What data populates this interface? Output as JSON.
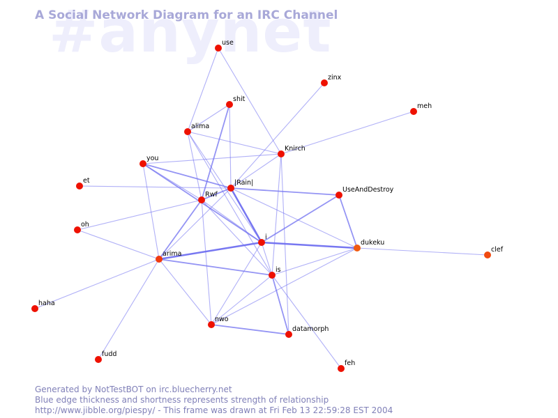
{
  "header": {
    "watermark": "#anynet",
    "title": "A Social Network Diagram for an IRC Channel"
  },
  "graph": {
    "nodes": [
      {
        "id": "use",
        "label": "use",
        "color": "#ee1100"
      },
      {
        "id": "zinx",
        "label": "zinx",
        "color": "#ee1100"
      },
      {
        "id": "shit",
        "label": "shit",
        "color": "#ee1100"
      },
      {
        "id": "meh",
        "label": "meh",
        "color": "#ee1100"
      },
      {
        "id": "alima",
        "label": "alima",
        "color": "#ee1100"
      },
      {
        "id": "Knirch",
        "label": "Knirch",
        "color": "#ee1100"
      },
      {
        "id": "you",
        "label": "you",
        "color": "#ee1100"
      },
      {
        "id": "Rain",
        "label": "|Rain|",
        "color": "#ee1100"
      },
      {
        "id": "et",
        "label": "et",
        "color": "#ee1100"
      },
      {
        "id": "UseAndDestroy",
        "label": "UseAndDestroy",
        "color": "#ee1100"
      },
      {
        "id": "Rwf",
        "label": "Rwf",
        "color": "#ee1100"
      },
      {
        "id": "oh",
        "label": "oh",
        "color": "#ee1100"
      },
      {
        "id": "i",
        "label": "i",
        "color": "#ee1100"
      },
      {
        "id": "dukeku",
        "label": "dukeku",
        "color": "#f05a10"
      },
      {
        "id": "clef",
        "label": "clef",
        "color": "#f04a10"
      },
      {
        "id": "arima",
        "label": "arima",
        "color": "#f03a10"
      },
      {
        "id": "is",
        "label": "is",
        "color": "#ee1100"
      },
      {
        "id": "haha",
        "label": "haha",
        "color": "#ee1100"
      },
      {
        "id": "nwo",
        "label": "nwo",
        "color": "#ee1100"
      },
      {
        "id": "datamorph",
        "label": "datamorph",
        "color": "#ee1100"
      },
      {
        "id": "fudd",
        "label": "fudd",
        "color": "#ee1100"
      },
      {
        "id": "feh",
        "label": "feh",
        "color": "#ee1100"
      }
    ],
    "edges": [
      {
        "source": "use",
        "target": "alima",
        "weight": 1
      },
      {
        "source": "use",
        "target": "Knirch",
        "weight": 1
      },
      {
        "source": "zinx",
        "target": "Rain",
        "weight": 1
      },
      {
        "source": "meh",
        "target": "Knirch",
        "weight": 1
      },
      {
        "source": "shit",
        "target": "Rwf",
        "weight": 2
      },
      {
        "source": "shit",
        "target": "Rain",
        "weight": 1
      },
      {
        "source": "shit",
        "target": "alima",
        "weight": 1
      },
      {
        "source": "alima",
        "target": "Knirch",
        "weight": 1
      },
      {
        "source": "alima",
        "target": "Rwf",
        "weight": 1
      },
      {
        "source": "alima",
        "target": "i",
        "weight": 1
      },
      {
        "source": "alima",
        "target": "is",
        "weight": 1
      },
      {
        "source": "Knirch",
        "target": "Rain",
        "weight": 1
      },
      {
        "source": "Knirch",
        "target": "you",
        "weight": 1
      },
      {
        "source": "Knirch",
        "target": "is",
        "weight": 1
      },
      {
        "source": "Knirch",
        "target": "datamorph",
        "weight": 1
      },
      {
        "source": "you",
        "target": "Rain",
        "weight": 2
      },
      {
        "source": "you",
        "target": "Rwf",
        "weight": 1
      },
      {
        "source": "you",
        "target": "i",
        "weight": 2
      },
      {
        "source": "you",
        "target": "arima",
        "weight": 1
      },
      {
        "source": "et",
        "target": "Rain",
        "weight": 1
      },
      {
        "source": "oh",
        "target": "Rwf",
        "weight": 1
      },
      {
        "source": "Rain",
        "target": "Rwf",
        "weight": 2
      },
      {
        "source": "Rain",
        "target": "i",
        "weight": 3
      },
      {
        "source": "Rain",
        "target": "UseAndDestroy",
        "weight": 2
      },
      {
        "source": "Rain",
        "target": "dukeku",
        "weight": 1
      },
      {
        "source": "Rain",
        "target": "arima",
        "weight": 1
      },
      {
        "source": "Rwf",
        "target": "arima",
        "weight": 2
      },
      {
        "source": "Rwf",
        "target": "is",
        "weight": 1
      },
      {
        "source": "Rwf",
        "target": "nwo",
        "weight": 1
      },
      {
        "source": "Rwf",
        "target": "i",
        "weight": 1
      },
      {
        "source": "UseAndDestroy",
        "target": "i",
        "weight": 2
      },
      {
        "source": "UseAndDestroy",
        "target": "dukeku",
        "weight": 2
      },
      {
        "source": "i",
        "target": "dukeku",
        "weight": 3
      },
      {
        "source": "i",
        "target": "arima",
        "weight": 3
      },
      {
        "source": "i",
        "target": "is",
        "weight": 1
      },
      {
        "source": "i",
        "target": "nwo",
        "weight": 1
      },
      {
        "source": "dukeku",
        "target": "clef",
        "weight": 1
      },
      {
        "source": "dukeku",
        "target": "is",
        "weight": 1
      },
      {
        "source": "dukeku",
        "target": "nwo",
        "weight": 1
      },
      {
        "source": "arima",
        "target": "haha",
        "weight": 1
      },
      {
        "source": "arima",
        "target": "fudd",
        "weight": 1
      },
      {
        "source": "arima",
        "target": "oh",
        "weight": 1
      },
      {
        "source": "arima",
        "target": "is",
        "weight": 2
      },
      {
        "source": "arima",
        "target": "nwo",
        "weight": 1
      },
      {
        "source": "is",
        "target": "datamorph",
        "weight": 2
      },
      {
        "source": "is",
        "target": "nwo",
        "weight": 1
      },
      {
        "source": "is",
        "target": "feh",
        "weight": 1
      },
      {
        "source": "nwo",
        "target": "datamorph",
        "weight": 2
      }
    ]
  },
  "footer": {
    "line1": "Generated by NotTestBOT on irc.bluecherry.net",
    "line2": "Blue edge thickness and shortness represents strength of relationship",
    "line3": "http://www.jibble.org/piespy/ - This frame was drawn at Fri Feb 13 22:59:28 EST 2004"
  },
  "colors": {
    "edge": "#7070f0",
    "title": "#a8a8d8",
    "watermark": "#eeeefc",
    "footer": "#8080b8"
  }
}
